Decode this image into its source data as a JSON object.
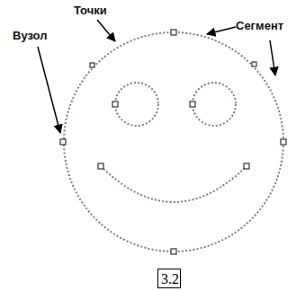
{
  "diagram": {
    "nodes": [
      {
        "text": [
          "3.2"
        ]
      }
    ],
    "labels": [
      "Точки",
      "Сегмент",
      "Вузол"
    ]
  }
}
